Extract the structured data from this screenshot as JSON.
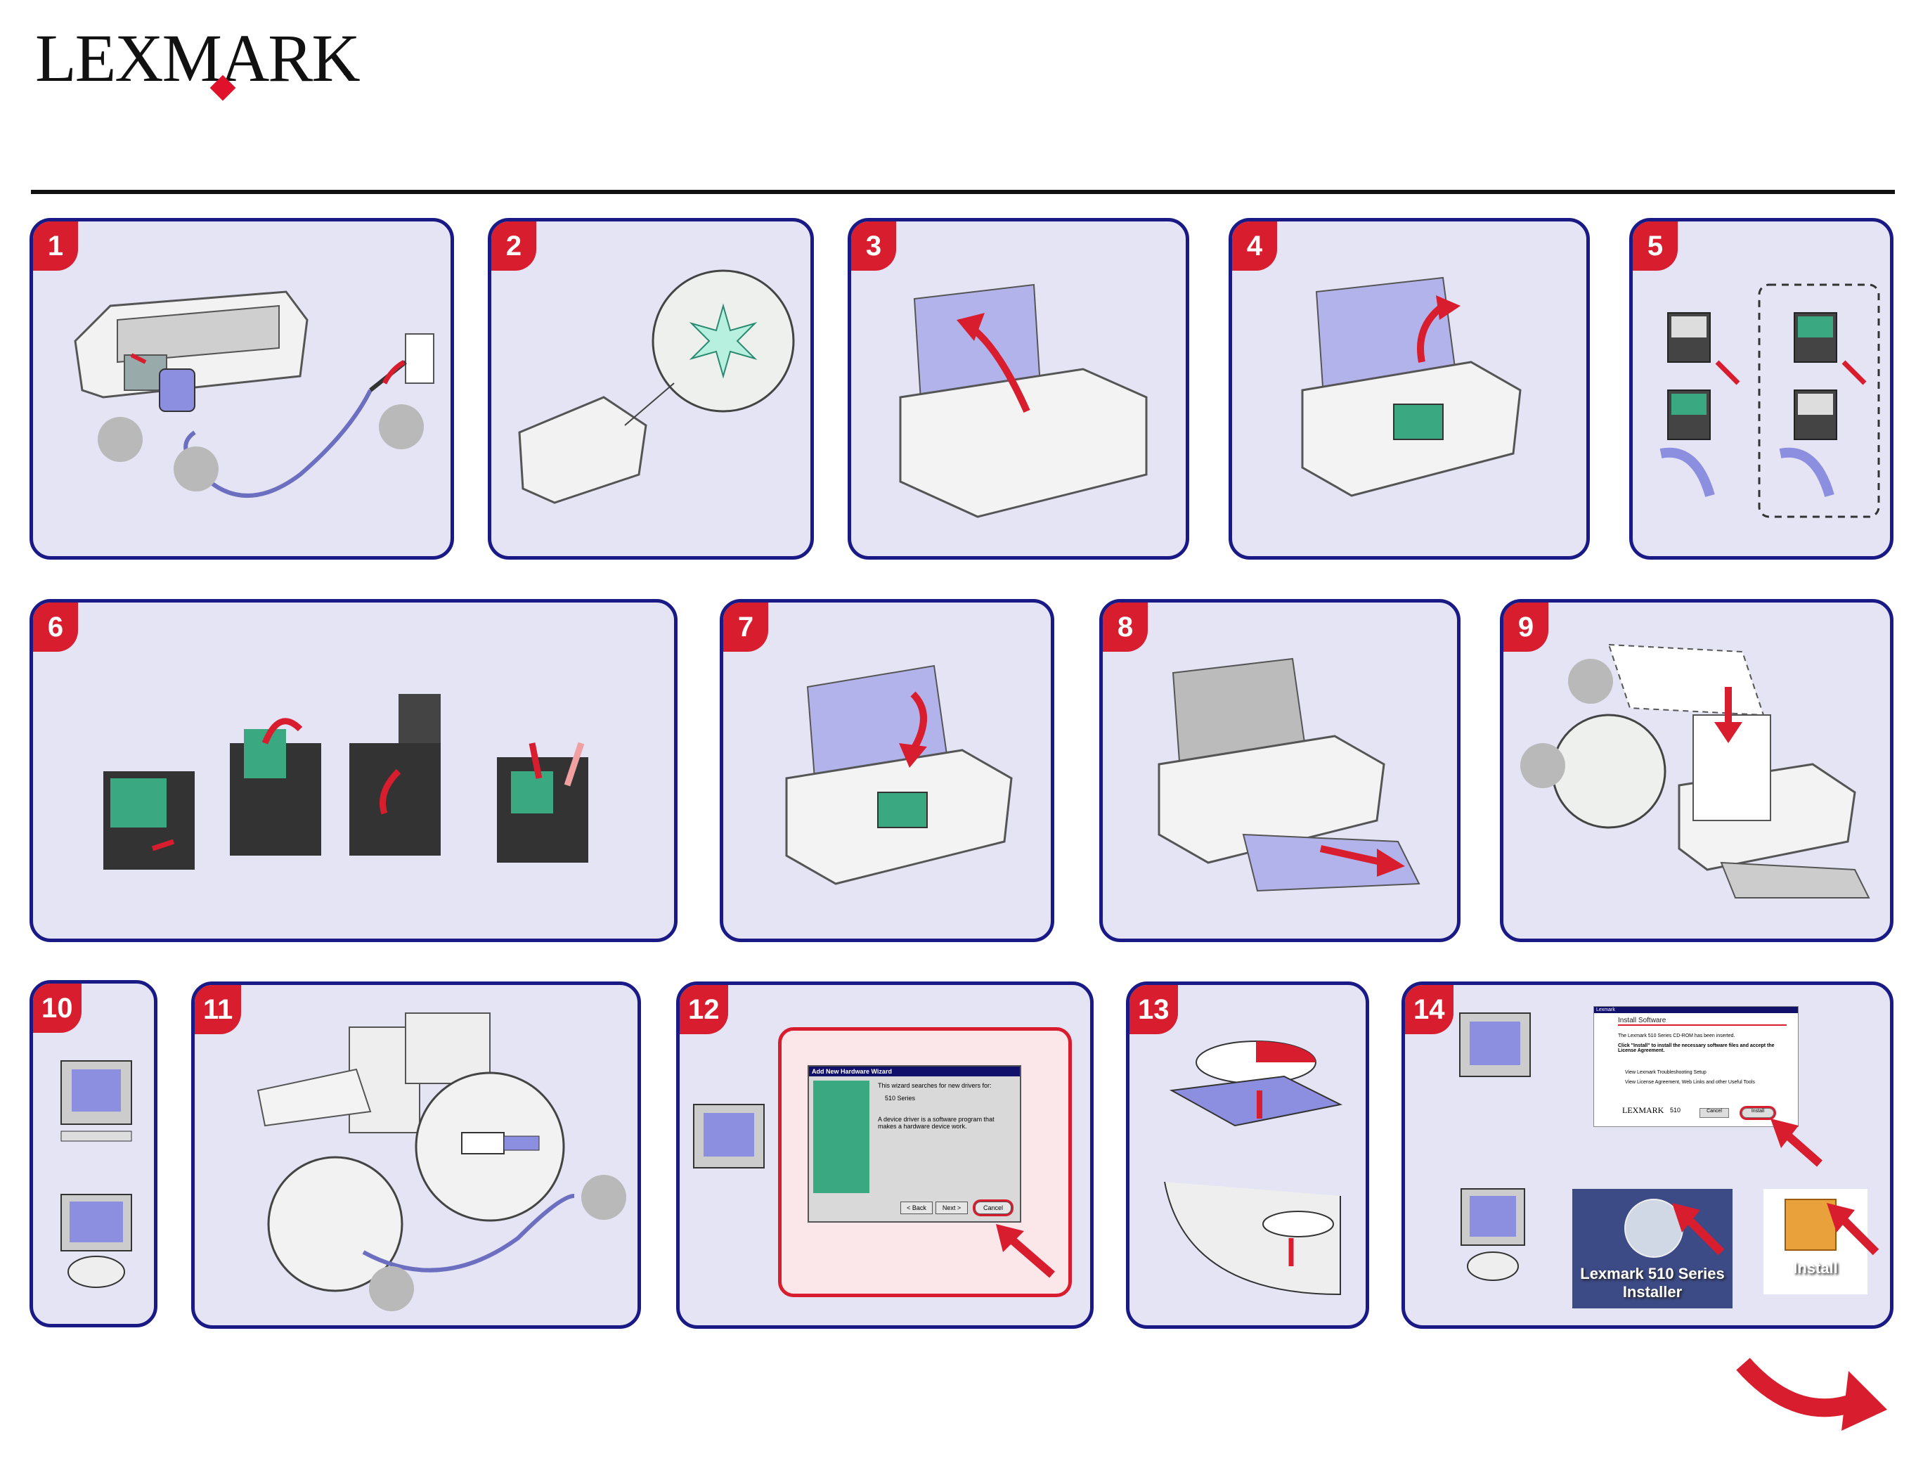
{
  "brand": {
    "logo_text": "LEXMARK",
    "trademark": "™",
    "accent_color": "#d81e2e",
    "panel_border_color": "#1a1a86",
    "panel_fill_color": "#e4e4f5"
  },
  "steps": [
    {
      "number": "1"
    },
    {
      "number": "2"
    },
    {
      "number": "3"
    },
    {
      "number": "4"
    },
    {
      "number": "5"
    },
    {
      "number": "6"
    },
    {
      "number": "7"
    },
    {
      "number": "8"
    },
    {
      "number": "9"
    },
    {
      "number": "10"
    },
    {
      "number": "11"
    },
    {
      "number": "12"
    },
    {
      "number": "13"
    },
    {
      "number": "14"
    }
  ],
  "dialog_12": {
    "title": "Add New Hardware Wizard",
    "line1": "This wizard searches for new drivers for:",
    "device": "510 Series",
    "line2": "A device driver is a software program that makes a hardware device work.",
    "back_button": "< Back",
    "next_button": "Next >",
    "cancel_button": "Cancel"
  },
  "dialog_14": {
    "window_label": "Lexmark",
    "title": "Install Software",
    "line1": "The Lexmark 510 Series CD-ROM has been inserted.",
    "line2": "Click \"Install\" to install the necessary software files and accept the License Agreement.",
    "option1": "View Lexmark Troubleshooting Setup",
    "option2": "View License Agreement, Web Links and other Useful Tools",
    "brand": "LEXMARK",
    "model": "510",
    "cancel_button": "Cancel",
    "install_button": "Install"
  },
  "mac_installer_label": "Lexmark 510 Series Installer",
  "mac_install_label": "Install",
  "icons": [
    "lexmark-diamond-icon",
    "monitor-icon",
    "cd-icon",
    "package-icon",
    "next-page-arrow-icon"
  ]
}
